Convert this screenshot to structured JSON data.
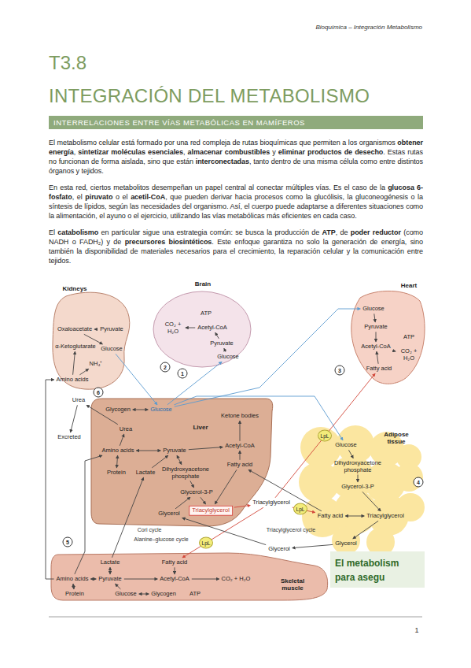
{
  "diagram": {
    "title": "T3.8",
    "nodes": [
      {
        "text": [
          "INTERRELACIONES ENTRE VÍAS METABÓLICAS EN MAMÍFEROS"
        ]
      },
      {
        "text": [
          "Kidneys"
        ]
      },
      {
        "text": [
          "Oxaloacetate"
        ],
        "in": 1
      },
      {
        "text": [
          "Pyruvate"
        ],
        "in": 1
      },
      {
        "text": [
          "α-Ketoglutarate"
        ],
        "in": 1
      },
      {
        "text": [
          "NH₄⁺"
        ],
        "in": 1
      },
      {
        "text": [
          "Glucose"
        ],
        "in": 1
      },
      {
        "text": [
          "Amino acids"
        ],
        "in": 1
      },
      {
        "text": [
          "Urea"
        ]
      },
      {
        "text": [
          "Excreted"
        ]
      },
      {
        "text": [
          "Brain"
        ]
      },
      {
        "text": [
          "CO₂ + H₂O"
        ],
        "in": 10
      },
      {
        "text": [
          "ATP"
        ],
        "in": 10
      },
      {
        "text": [
          "Acetyl-CoA"
        ],
        "in": 10
      },
      {
        "text": [
          "Pyruvate"
        ],
        "in": 10
      },
      {
        "text": [
          "Glucose"
        ],
        "in": 10
      },
      {
        "text": [
          "Heart"
        ]
      },
      {
        "text": [
          "Glucose"
        ],
        "in": 16
      },
      {
        "text": [
          "Pyruvate"
        ],
        "in": 16
      },
      {
        "text": [
          "ATP"
        ],
        "in": 16
      },
      {
        "text": [
          "Acetyl-CoA"
        ],
        "in": 16
      },
      {
        "text": [
          "CO₂ + H₂O"
        ],
        "in": 16
      },
      {
        "text": [
          "Fatty acid"
        ],
        "in": 16
      },
      {
        "text": [
          "Liver"
        ]
      },
      {
        "text": [
          "Glycogen"
        ],
        "in": 23
      },
      {
        "text": [
          "Glucose"
        ],
        "in": 23
      },
      {
        "text": [
          "Ketone bodies"
        ],
        "in": 23
      },
      {
        "text": [
          "Urea"
        ],
        "in": 23
      },
      {
        "text": [
          "Amino acids"
        ],
        "in": 23
      },
      {
        "text": [
          "Pyruvate"
        ],
        "in": 23
      },
      {
        "text": [
          "Acetyl-CoA"
        ],
        "in": 23
      },
      {
        "text": [
          "Protein"
        ],
        "in": 23
      },
      {
        "text": [
          "Lactate"
        ],
        "in": 23
      },
      {
        "text": [
          "Dihydroxyacetone phosphate"
        ],
        "in": 23
      },
      {
        "text": [
          "Fatty acid"
        ],
        "in": 23
      },
      {
        "text": [
          "Glycerol-3-P"
        ],
        "in": 23
      },
      {
        "text": [
          "Triacylglycerol"
        ],
        "in": 23
      },
      {
        "text": [
          "Glycerol"
        ],
        "in": 23
      },
      {
        "text": [
          "Adipose tissue"
        ]
      },
      {
        "text": [
          "Glucose"
        ],
        "in": 38
      },
      {
        "text": [
          "Dihydroxyacetone phosphate"
        ],
        "in": 38
      },
      {
        "text": [
          "Glycerol-3-P"
        ],
        "in": 38
      },
      {
        "text": [
          "Fatty acid"
        ],
        "in": 38
      },
      {
        "text": [
          "Triacylglycerol"
        ],
        "in": 38
      },
      {
        "text": [
          "Glycerol"
        ],
        "in": 38
      },
      {
        "text": [
          "Triacylglycerol"
        ]
      },
      {
        "text": [
          "Glycerol"
        ]
      },
      {
        "text": [
          "Skeletal muscle"
        ]
      },
      {
        "text": [
          "Lactate"
        ],
        "in": 47
      },
      {
        "text": [
          "Fatty acid"
        ],
        "in": 47
      },
      {
        "text": [
          "Amino acids"
        ],
        "in": 47
      },
      {
        "text": [
          "Pyruvate"
        ],
        "in": 47
      },
      {
        "text": [
          "Acetyl-CoA"
        ],
        "in": 47
      },
      {
        "text": [
          "CO₂ + H₂O"
        ],
        "in": 47
      },
      {
        "text": [
          "ATP"
        ],
        "in": 47
      },
      {
        "text": [
          "Protein"
        ],
        "in": 47
      },
      {
        "text": [
          "Glucose"
        ],
        "in": 47
      },
      {
        "text": [
          "Glycogen"
        ],
        "in": 47
      },
      {
        "text": [
          "El metabolism para asegu"
        ]
      }
    ],
    "edges": [
      {
        "from": 3,
        "to": 2,
        "arrow": "to"
      },
      {
        "from": 2,
        "to": 6,
        "arrow": "to"
      },
      {
        "from": 7,
        "to": 4,
        "arrow": "to"
      },
      {
        "from": 7,
        "to": 5,
        "arrow": "to"
      },
      {
        "from": 8,
        "to": 9,
        "arrow": "to"
      },
      {
        "from": 6,
        "to": 25,
        "arrow": "to"
      },
      {
        "from": 27,
        "to": 8,
        "arrow": "to"
      },
      {
        "from": 50,
        "to": 7,
        "arrow": "to"
      },
      {
        "from": 15,
        "to": 14,
        "arrow": "to"
      },
      {
        "from": 14,
        "to": 13,
        "arrow": "to"
      },
      {
        "from": 13,
        "to": 11,
        "arrow": "to"
      },
      {
        "from": 25,
        "to": 15,
        "arrow": "to"
      },
      {
        "from": 25,
        "to": 17,
        "arrow": "to"
      },
      {
        "from": 17,
        "to": 18,
        "arrow": "to"
      },
      {
        "from": 18,
        "to": 20,
        "arrow": "to"
      },
      {
        "from": 20,
        "to": 21,
        "arrow": "to"
      },
      {
        "from": 22,
        "to": 20,
        "arrow": "to"
      },
      {
        "from": 24,
        "to": 25,
        "arrow": "both"
      },
      {
        "from": 28,
        "to": 27,
        "arrow": "to"
      },
      {
        "from": 31,
        "to": 28,
        "arrow": "both"
      },
      {
        "from": 28,
        "to": 29,
        "arrow": "both"
      },
      {
        "from": 32,
        "to": 29,
        "arrow": "to"
      },
      {
        "from": 29,
        "to": 33,
        "arrow": "both"
      },
      {
        "from": 29,
        "to": 30,
        "arrow": "to"
      },
      {
        "from": 30,
        "to": 26,
        "arrow": "to"
      },
      {
        "from": 34,
        "to": 30,
        "arrow": "to"
      },
      {
        "from": 33,
        "to": 35,
        "arrow": "to"
      },
      {
        "from": 37,
        "to": 35,
        "arrow": "to"
      },
      {
        "from": 35,
        "to": 36,
        "arrow": "to"
      },
      {
        "from": 34,
        "to": 36,
        "arrow": "to"
      },
      {
        "from": 36,
        "to": 45,
        "arrow": "to"
      },
      {
        "from": 45,
        "to": 22,
        "arrow": "to"
      },
      {
        "from": 45,
        "to": 42,
        "arrow": "to"
      },
      {
        "from": 45,
        "to": 49,
        "arrow": "to"
      },
      {
        "from": 25,
        "to": 39,
        "arrow": "to"
      },
      {
        "from": 39,
        "to": 40,
        "arrow": "to"
      },
      {
        "from": 40,
        "to": 41,
        "arrow": "to"
      },
      {
        "from": 41,
        "to": 43,
        "arrow": "to"
      },
      {
        "from": 42,
        "to": 43,
        "arrow": "both"
      },
      {
        "from": 43,
        "to": 44,
        "arrow": "to"
      },
      {
        "from": 44,
        "to": 46,
        "arrow": "to"
      },
      {
        "from": 46,
        "to": 37,
        "arrow": "to"
      },
      {
        "from": 42,
        "to": 34,
        "arrow": "to"
      },
      {
        "from": 57,
        "to": 56,
        "arrow": "both"
      },
      {
        "from": 56,
        "to": 51,
        "arrow": "to"
      },
      {
        "from": 51,
        "to": 48,
        "arrow": "both"
      },
      {
        "from": 50,
        "to": 51,
        "arrow": "both"
      },
      {
        "from": 55,
        "to": 50,
        "arrow": "both"
      },
      {
        "from": 51,
        "to": 52,
        "arrow": "to"
      },
      {
        "from": 49,
        "to": 52,
        "arrow": "to"
      },
      {
        "from": 52,
        "to": 53,
        "arrow": "to"
      },
      {
        "from": 48,
        "to": 32,
        "arrow": "to"
      },
      {
        "from": 50,
        "to": 28,
        "arrow": "to"
      }
    ],
    "labels": [
      "Bioquímica – Integración Metabolismo",
      "INTEGRACIÓN DEL METABOLISMO",
      "El metabolismo celular está formado por una red compleja de rutas bioquímicas que permiten a los organismos ",
      "obtener energía",
      ", ",
      "sintetizar moléculas esenciales",
      ", ",
      "almacenar combustibles",
      " y ",
      "eliminar productos de desecho",
      ". Estas rutas no funcionan de forma aislada, sino que están ",
      "interconectadas",
      ", tanto dentro de una misma célula como entre distintos órganos y tejidos.",
      "En esta red, ciertos metabolitos desempeñan un papel central al conectar múltiples vías. Es el caso de la ",
      "glucosa 6-fosfato",
      ", el ",
      "piruvato",
      " o el ",
      "acetil-CoA",
      ", que pueden derivar hacia procesos como la glucólisis, la gluconeogénesis o la síntesis de lípidos, según las necesidades del organismo. Así, el cuerpo puede adaptarse a diferentes situaciones como la alimentación, el ayuno o el ejercicio, utilizando las vías metabólicas más eficientes en cada caso.",
      "El ",
      "catabolismo",
      " en particular sigue una estrategia común: se busca la producción de ",
      "ATP",
      ", de ",
      "poder reductor",
      " (como NADH o FADH₂) y de ",
      "precursores biosintéticos",
      ". Este enfoque garantiza no solo la generación de energía, sino también la disponibilidad de materiales necesarios para el crecimiento, la reparación celular y la comunicación entre tejidos.",
      "1",
      "2",
      "3",
      "4",
      "5",
      "6",
      "Cori cycle",
      "Alanine–glucose cycle",
      "Triacylglycerol cycle",
      "LpL",
      "LpL",
      "LpL",
      "1"
    ]
  }
}
